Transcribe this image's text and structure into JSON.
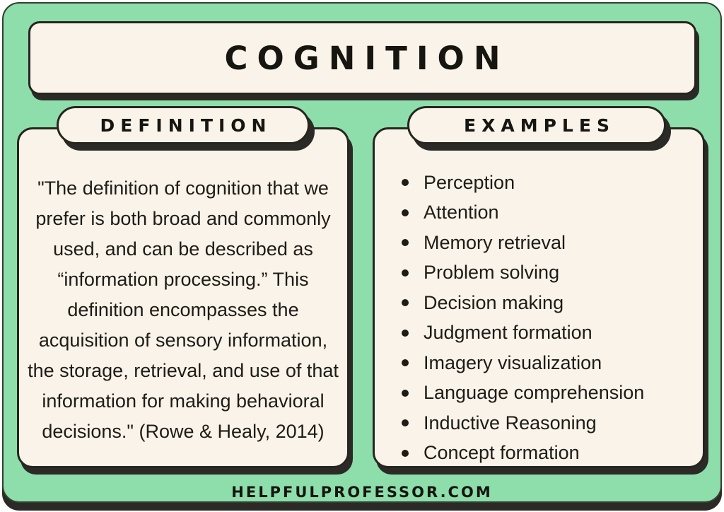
{
  "title": "COGNITION",
  "definition": {
    "label": "DEFINITION",
    "lines": [
      "\"The definition of cognition that we",
      "prefer is both broad and commonly",
      "used, and can be described as",
      "“information processing.” This",
      "definition encompasses the",
      "acquisition of sensory information,",
      "the storage, retrieval, and use of that",
      "information for making behavioral",
      "decisions.\" (Rowe & Healy, 2014)"
    ]
  },
  "examples": {
    "label": "EXAMPLES",
    "items": [
      "Perception",
      "Attention",
      "Memory retrieval",
      "Problem solving",
      "Decision making",
      "Judgment formation",
      "Imagery visualization",
      "Language comprehension",
      "Inductive Reasoning",
      "Concept formation"
    ]
  },
  "footer": {
    "site": "HELPFULPROFESSOR.COM"
  },
  "colors": {
    "page_background": "#ffffff",
    "card_green": "#8ddeab",
    "panel_cream": "#faf3ea",
    "ink": "#26251f",
    "shadow": "#2b2a26"
  }
}
